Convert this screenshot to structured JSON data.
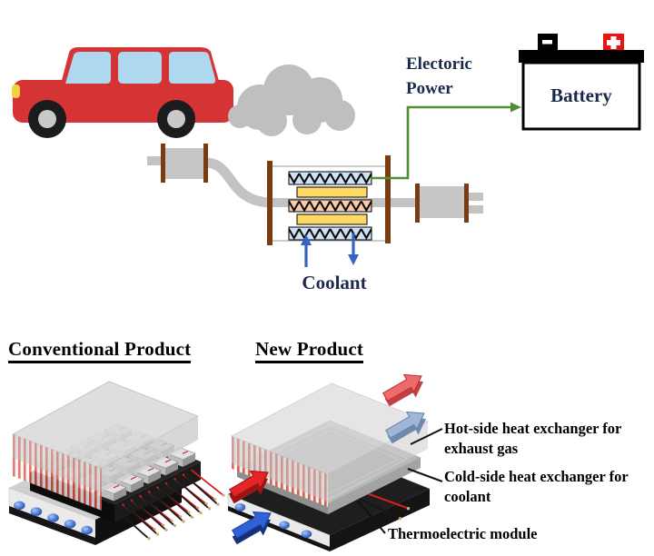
{
  "colors": {
    "car_red": "#d63434",
    "window_blue": "#aed8f0",
    "headlight_yellow": "#f3d23e",
    "cloud_gray": "#bfbfbf",
    "pipe_gray": "#c3c3c3",
    "post_brown": "#7a3b11",
    "hex_blue": "#cfe2f3",
    "hex_pink": "#f8cbad",
    "bar_yellow": "#ffd965",
    "wire_green": "#4e8d31",
    "coolant_blue": "#3563c4",
    "battery_red": "#ee1111",
    "label_navy": "#1b2a4a",
    "hot_red": "#e52525",
    "cold_blue": "#2f62d8",
    "fin_stripe_red": "#e0564a"
  },
  "top_diagram": {
    "electric_power_label": "Electoric\nPower",
    "battery_label": "Battery",
    "coolant_label": "Coolant"
  },
  "bottom_diagram": {
    "conventional_title": "Conventional Product",
    "new_title": "New Product",
    "callouts": {
      "hot_side": "Hot-side heat exchanger for\nexhaust gas",
      "cold_side": "Cold-side heat exchanger for\ncoolant",
      "te_module": "Thermoelectric module"
    },
    "conventional": {
      "module_grid_rows": 4,
      "module_grid_cols": 5,
      "wire_pairs": 9,
      "coolant_holes": 5
    },
    "new": {
      "coolant_holes": 4
    }
  }
}
